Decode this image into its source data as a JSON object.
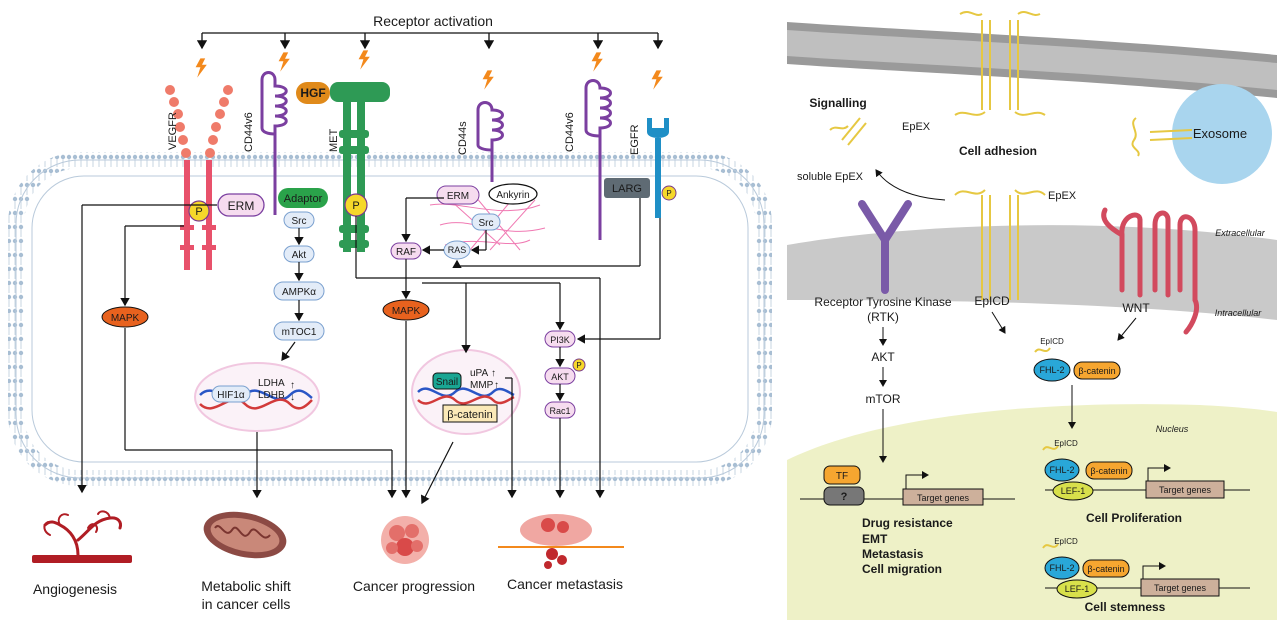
{
  "left": {
    "header": "Receptor activation",
    "receptors": {
      "vegfr": "VEGFR",
      "cd44v6_a": "CD44v6",
      "met": "MET",
      "cd44s": "CD44s",
      "cd44v6_b": "CD44v6",
      "egfr": "EGFR"
    },
    "nodes": {
      "hgf": "HGF",
      "p": "P",
      "erm": "ERM",
      "adaptor": "Adaptor",
      "src": "Src",
      "akt": "Akt",
      "ampk": "AMPKα",
      "mtoc1": "mTOC1",
      "erm2": "ERM",
      "ankyrin": "Ankyrin",
      "src2": "Src",
      "raf": "RAF",
      "ras": "RAS",
      "larg": "LARG",
      "mapk": "MAPK",
      "pi3k": "PI3K",
      "akt2": "AKT",
      "rac1": "Rac1",
      "hif1a": "HIF1α",
      "ldha": "LDHA",
      "ldhb": "LDHB",
      "snail": "Snail",
      "upa": "uPA",
      "mmp": "MMP",
      "bcatenin": "β-catenin"
    },
    "outcomes": {
      "angiogenesis": "Angiogenesis",
      "metabolic_1": "Metabolic shift",
      "metabolic_2": "in cancer cells",
      "progression": "Cancer progression",
      "metastasis": "Cancer metastasis"
    }
  },
  "right": {
    "signalling": "Signalling",
    "epex": "EpEX",
    "soluble_epex": "soluble EpEX",
    "cell_adhesion": "Cell adhesion",
    "exosome": "Exosome",
    "extracellular": "Extracellular",
    "intracellular": "Intracellular",
    "rtk_1": "Receptor Tyrosine Kinase",
    "rtk_2": "(RTK)",
    "epicd": "EpICD",
    "wnt": "WNT",
    "akt": "AKT",
    "mtor": "mTOR",
    "nucleus": "Nucleus",
    "fhl2": "FHL-2",
    "bcatenin": "β-catenin",
    "lef1": "LEF-1",
    "tf": "TF",
    "unknown": "?",
    "target_genes": "Target genes",
    "outcomes": [
      "Drug resistance",
      "EMT",
      "Metastasis",
      "Cell migration"
    ],
    "proliferation": "Cell Proliferation",
    "stemness": "Cell stemness"
  },
  "colors": {
    "vegfr": "#ef7b6a",
    "cd44": "#7b3fa0",
    "met": "#2e9a55",
    "egfr": "#1f8fc6",
    "bolt": "#f3891c",
    "membrane": "#9fb6cc",
    "nucleus": "#eef1c7",
    "exosome": "#a9d5ee",
    "epcam": "#e6c842",
    "wnt": "#d24a5e",
    "rtk": "#7a5aa8"
  }
}
